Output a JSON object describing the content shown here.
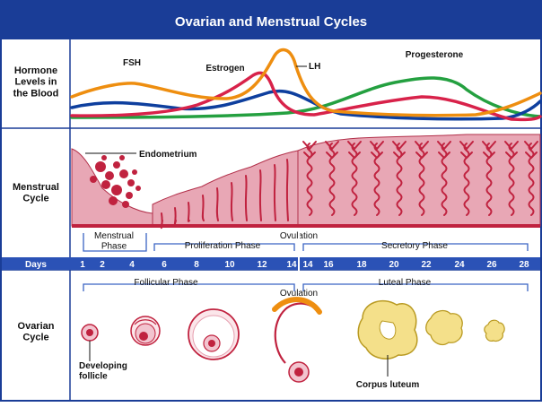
{
  "title": "Ovarian and Menstrual Cycles",
  "sections": {
    "hormone": "Hormone\nLevels in\nthe Blood",
    "menstrual": "Menstrual\nCycle",
    "ovarian": "Ovarian\nCycle"
  },
  "hormone_labels": {
    "fsh": "FSH",
    "estrogen": "Estrogen",
    "lh": "LH",
    "progesterone": "Progesterone"
  },
  "colors": {
    "header_blue": "#1a3d97",
    "days_bar": "#2b52b6",
    "fsh": "#0e3f9e",
    "estrogen": "#d8224a",
    "lh": "#ee8e10",
    "progesterone": "#24a040",
    "tissue": "#e8a7b5",
    "blood": "#c0223f",
    "yellow": "#f4e08a"
  },
  "menstrual_labels": {
    "endometrium": "Endometrium",
    "menstrual_phase": "Menstrual\nPhase",
    "proliferation_phase": "Proliferation Phase",
    "ovulation": "Ovulation",
    "secretory_phase": "Secretory Phase"
  },
  "days": {
    "label": "Days",
    "ticks": [
      "1",
      "2",
      "4",
      "6",
      "8",
      "10",
      "12",
      "14",
      "14",
      "16",
      "18",
      "20",
      "22",
      "24",
      "26",
      "28"
    ]
  },
  "ovarian_labels": {
    "follicular_phase": "Follicular Phase",
    "ovulation": "Ovulation",
    "luteal_phase": "Luteal Phase",
    "developing_follicle": "Developing\nfollicle",
    "corpus_luteum": "Corpus luteum"
  }
}
